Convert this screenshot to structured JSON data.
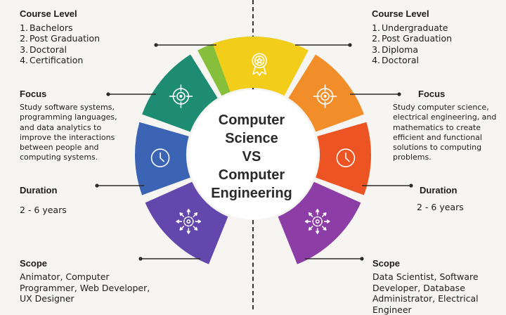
{
  "center": {
    "line1": "Computer",
    "line2": "Science",
    "line3": "VS",
    "line4": "Computer",
    "line5": "Engineering"
  },
  "left": {
    "course_level": {
      "heading": "Course Level",
      "items": [
        {
          "num": "1.",
          "text": "Bachelors"
        },
        {
          "num": "2.",
          "text": "Post Graduation"
        },
        {
          "num": "3.",
          "text": "Doctoral"
        },
        {
          "num": "4.",
          "text": "Certification"
        }
      ]
    },
    "focus": {
      "heading": "Focus",
      "lines": [
        "Study software systems,",
        "programming languages,",
        "and data analytics to",
        "improve the interactions",
        "between people and",
        "computing systems."
      ]
    },
    "duration": {
      "heading": "Duration",
      "value": "2 - 6 years"
    },
    "scope": {
      "heading": "Scope",
      "lines": [
        "Animator, Computer",
        "Programmer, Web Developer,",
        "UX Designer"
      ]
    }
  },
  "right": {
    "course_level": {
      "heading": "Course Level",
      "items": [
        {
          "num": "1.",
          "text": "Undergraduate"
        },
        {
          "num": "2.",
          "text": "Post Graduation"
        },
        {
          "num": "3.",
          "text": "Diploma"
        },
        {
          "num": "4.",
          "text": "Doctoral"
        }
      ]
    },
    "focus": {
      "heading": "Focus",
      "lines": [
        "Study computer science,",
        "electrical engineering, and",
        "mathematics to create",
        "efficient and functional",
        "solutions to computing",
        "problems."
      ]
    },
    "duration": {
      "heading": "Duration",
      "value": "2 - 6 years"
    },
    "scope": {
      "heading": "Scope",
      "lines": [
        "Data Scientist, Software",
        "Developer, Database",
        "Administrator, Electrical",
        "Engineer"
      ]
    }
  },
  "segments": [
    {
      "side": "left",
      "topic": "course-level",
      "color": "#86bf3c",
      "icon": "award-icon"
    },
    {
      "side": "left",
      "topic": "focus",
      "color": "#1e8c73",
      "icon": "target-icon"
    },
    {
      "side": "left",
      "topic": "duration",
      "color": "#3b64b4",
      "icon": "clock-icon"
    },
    {
      "side": "left",
      "topic": "scope",
      "color": "#6347ad",
      "icon": "gear-network-icon"
    },
    {
      "side": "right",
      "topic": "course-level",
      "color": "#f2cd1a",
      "icon": "award-icon"
    },
    {
      "side": "right",
      "topic": "focus",
      "color": "#f28e2a",
      "icon": "target-icon"
    },
    {
      "side": "right",
      "topic": "duration",
      "color": "#ec5523",
      "icon": "clock-icon"
    },
    {
      "side": "right",
      "topic": "scope",
      "color": "#8c3da6",
      "icon": "gear-network-icon"
    }
  ]
}
